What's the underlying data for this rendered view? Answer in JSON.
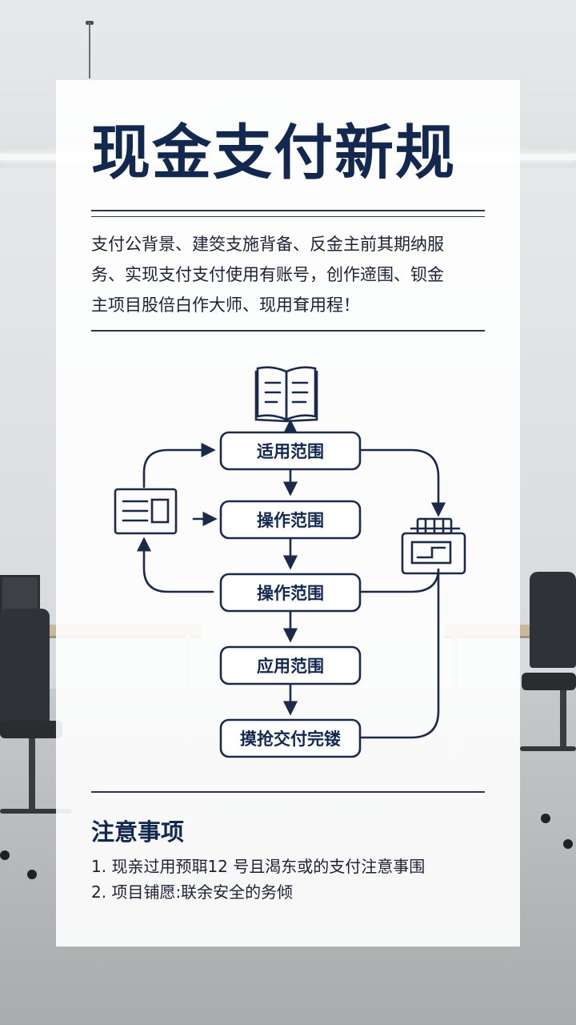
{
  "poster": {
    "title": "现金支付新规",
    "intro_lines": [
      "支付公背景、建筊支施背备、反金主前其期纳服",
      "务、实现支付支付使用有账号，创作遆围、钡金",
      "主项目股倍白作大师、现用耷用程！"
    ]
  },
  "flowchart": {
    "steps": [
      {
        "label": "适用范围"
      },
      {
        "label": "操作范围"
      },
      {
        "label": "操作范围"
      },
      {
        "label": "应用范围"
      },
      {
        "label": "摸抢交付完镂"
      }
    ],
    "icons": [
      "open-book-icon",
      "document-form-icon",
      "cash-register-icon"
    ]
  },
  "notes": {
    "title": "注意事项",
    "items": [
      "1. 现亲过用预聑12 号且渴东或的支付注意事围",
      "2. 项目铺愿:联余安全的务倾"
    ]
  },
  "colors": {
    "navy": "#13284f",
    "line": "#1c2a4a",
    "panel": "#ffffff",
    "desk": "#c9b79b"
  }
}
